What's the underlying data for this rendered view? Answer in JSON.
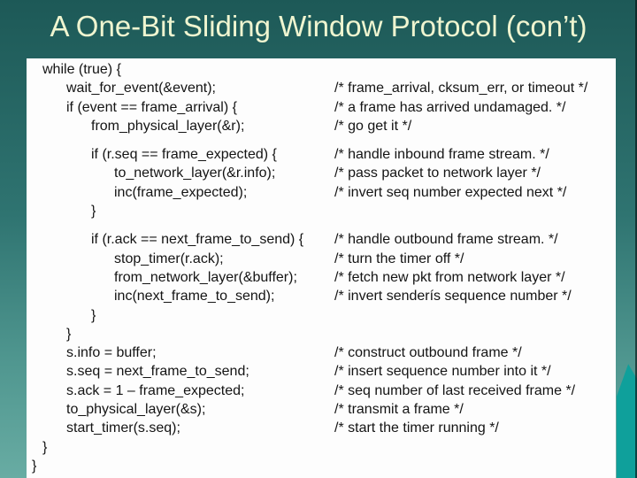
{
  "slide": {
    "title": "A One-Bit Sliding Window Protocol (con’t)",
    "colors": {
      "background_top": "#1d5957",
      "background_bottom": "#68aca3",
      "title_text": "#eff5d0",
      "panel_background": "#fdfdfd",
      "code_text": "#141414",
      "mountain_accent": "#0fa09b"
    },
    "code_listing": {
      "lines": [
        {
          "indent": 1,
          "code": "while (true) {",
          "comment": ""
        },
        {
          "indent": 2,
          "code": "wait_for_event(&event);",
          "comment": "/* frame_arrival, cksum_err, or timeout */"
        },
        {
          "indent": 2,
          "code": "if (event == frame_arrival) {",
          "comment": "/* a frame has arrived undamaged. */"
        },
        {
          "indent": 3,
          "code": "from_physical_layer(&r);",
          "comment": "/* go get it */"
        },
        {
          "indent": 0,
          "code": "",
          "comment": ""
        },
        {
          "indent": 3,
          "code": "if (r.seq == frame_expected) {",
          "comment": "/* handle inbound frame stream. */"
        },
        {
          "indent": 4,
          "code": "to_network_layer(&r.info);",
          "comment": "/* pass packet to network layer */"
        },
        {
          "indent": 4,
          "code": "inc(frame_expected);",
          "comment": "/* invert seq number expected next */"
        },
        {
          "indent": 3,
          "code": "}",
          "comment": ""
        },
        {
          "indent": 0,
          "code": "",
          "comment": ""
        },
        {
          "indent": 3,
          "code": "if (r.ack == next_frame_to_send) {",
          "comment": "/* handle outbound frame stream. */"
        },
        {
          "indent": 4,
          "code": "stop_timer(r.ack);",
          "comment": "/* turn the timer off */"
        },
        {
          "indent": 4,
          "code": "from_network_layer(&buffer);",
          "comment": "/* fetch new pkt from network layer */"
        },
        {
          "indent": 4,
          "code": "inc(next_frame_to_send);",
          "comment": "/* invert senderís sequence number */"
        },
        {
          "indent": 3,
          "code": "}",
          "comment": ""
        },
        {
          "indent": 2,
          "code": "}",
          "comment": ""
        },
        {
          "indent": 2,
          "code": "s.info = buffer;",
          "comment": "/* construct outbound frame */"
        },
        {
          "indent": 2,
          "code": "s.seq = next_frame_to_send;",
          "comment": "/* insert sequence number into it */"
        },
        {
          "indent": 2,
          "code": "s.ack = 1 – frame_expected;",
          "comment": "/* seq number of last received frame */"
        },
        {
          "indent": 2,
          "code": "to_physical_layer(&s);",
          "comment": "/* transmit a frame */"
        },
        {
          "indent": 2,
          "code": "start_timer(s.seq);",
          "comment": "/* start the timer running */"
        },
        {
          "indent": 1,
          "code": "}",
          "comment": ""
        },
        {
          "indent": 0,
          "code": "}",
          "comment": ""
        }
      ]
    }
  }
}
